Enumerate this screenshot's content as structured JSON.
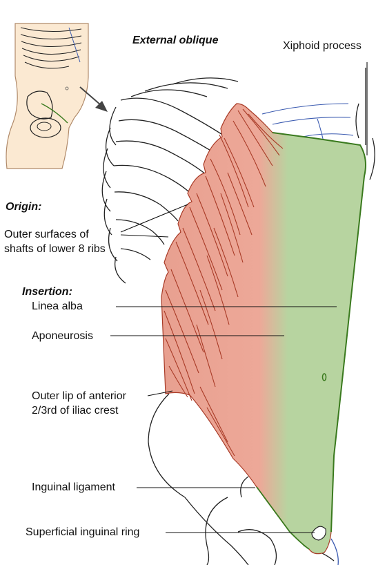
{
  "title": "External oblique",
  "xiphoid_label": "Xiphoid process",
  "origin": {
    "heading": "Origin:",
    "line1": "Outer surfaces of",
    "line2": "shafts of lower 8 ribs"
  },
  "insertion": {
    "heading": "Insertion:",
    "linea_alba": "Linea alba",
    "aponeurosis": "Aponeurosis",
    "iliac_line1": "Outer lip of anterior",
    "iliac_line2": "2/3rd of iliac crest",
    "inguinal_ligament": "Inguinal ligament",
    "superficial_ring": "Superficial inguinal ring"
  },
  "colors": {
    "muscle": "#e8a090",
    "aponeurosis": "#b7d4a0",
    "muscle_line": "#a83a26",
    "aponeurosis_edge": "#3a7a1e",
    "rib_line": "#222222",
    "cartilage_line": "#3a5ab0",
    "inset_bg": "#fbe9d2"
  }
}
